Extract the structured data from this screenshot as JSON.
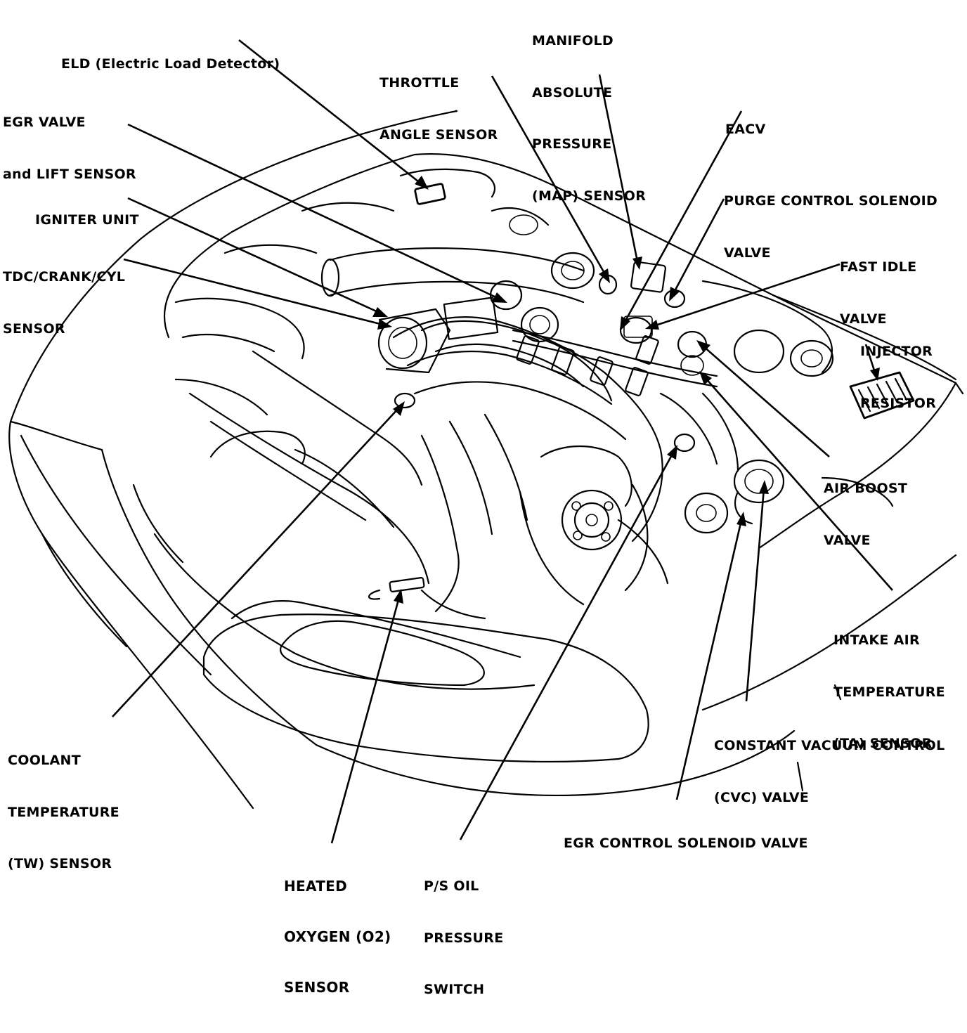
{
  "labels": {
    "eld": [
      "ELD (Electric Load Detector)"
    ],
    "egr_valve": [
      "EGR VALVE",
      "and LIFT SENSOR"
    ],
    "igniter": [
      "IGNITER UNIT"
    ],
    "tdc": [
      "TDC/CRANK/CYL",
      "SENSOR"
    ],
    "throttle": [
      "THROTTLE",
      "ANGLE SENSOR"
    ],
    "map": [
      "MANIFOLD",
      "ABSOLUTE",
      "PRESSURE",
      "(MAP) SENSOR"
    ],
    "eacv": [
      "EACV"
    ],
    "purge": [
      "PURGE CONTROL SOLENOID",
      "VALVE"
    ],
    "fast_idle": [
      "FAST IDLE",
      "VALVE"
    ],
    "injector": [
      "INJECTOR",
      "RESISTOR"
    ],
    "air_boost": [
      "AIR BOOST",
      "VALVE"
    ],
    "intake_air": [
      "INTAKE AIR",
      "TEMPERATURE",
      "(TA) SENSOR"
    ],
    "cvc": [
      "CONSTANT VACUUM CONTROL",
      "(CVC) VALVE"
    ],
    "egr_control": [
      "EGR CONTROL SOLENOID VALVE"
    ],
    "coolant": [
      "COOLANT",
      "TEMPERATURE",
      "(TW) SENSOR"
    ],
    "heated_o2": [
      "HEATED",
      "OXYGEN (O2)",
      "SENSOR"
    ],
    "ps_oil": [
      "P/S OIL",
      "PRESSURE",
      "SWITCH"
    ]
  }
}
